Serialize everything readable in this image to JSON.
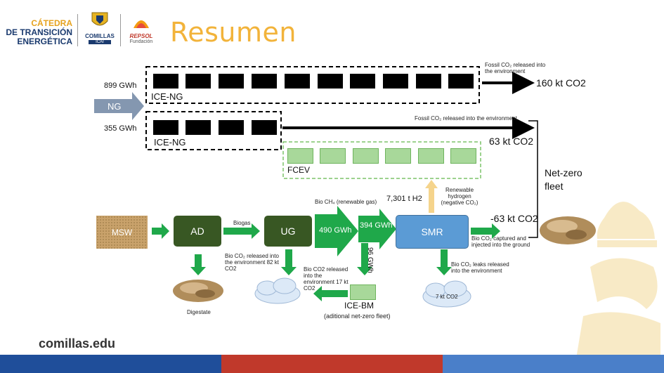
{
  "header": {
    "logo_lines": [
      "CÁTEDRA",
      "DE TRANSICIÓN",
      "ENERGÉTICA"
    ],
    "comillas_name": "COMILLAS",
    "comillas_sub": "ICAI",
    "repsol_name": "REPSOL",
    "repsol_sub": "Fundación",
    "title": "Resumen"
  },
  "diagram": {
    "ng_label": "NG",
    "flow_899": "899 GWh",
    "flow_355": "355 GWh",
    "ice_ng_top": "ICE-NG",
    "ice_ng_bottom": "ICE-NG",
    "fossil_top": "Fossil CO₂ released into the environment",
    "fossil_top_value": "160 kt CO2",
    "fossil_mid": "Fossil CO₂ released into the environment",
    "fossil_mid_value": "63 kt CO2",
    "fcev": "FCEV",
    "netzero": "Net-zero fleet",
    "msw": "MSW",
    "ad": "AD",
    "biogas": "Biogas",
    "ug": "UG",
    "bio_ch4": "Bio CH₄ (renewable gas)",
    "gwh_490": "490 GWh",
    "gwh_394": "394 GWh",
    "gwh_96": "96 GWh",
    "smr": "SMR",
    "h2_value": "7,301 t H2",
    "renewable_h2": "Renewable hydrogen (negative CO₂)",
    "neg_co2": "-63 kt CO2",
    "captured": "Bio CO₂ captured and injected into the ground",
    "bio_co2_ad": "Bio CO₂ released into the environment 82 kt CO2",
    "bio_co2_ug": "Bio CO2 released into the environment 17 kt CO2",
    "bio_leaks": "Bio CO₂ leaks released into the environment",
    "cloud_7": "7 kt CO2",
    "digestate": "Digestate",
    "ice_bm": "ICE-BM",
    "ice_bm_sub": "(aditional net-zero fleet)"
  },
  "footer": {
    "site": "comillas.edu"
  },
  "colors": {
    "title": "#f2b33a",
    "node_dark_green": "#385723",
    "arrow_green": "#1fa84a",
    "smr_blue": "#5b9bd5",
    "stripe_blue": "#1f4e9a",
    "stripe_red": "#c0392b",
    "stripe_lightblue": "#4a7fc9"
  }
}
